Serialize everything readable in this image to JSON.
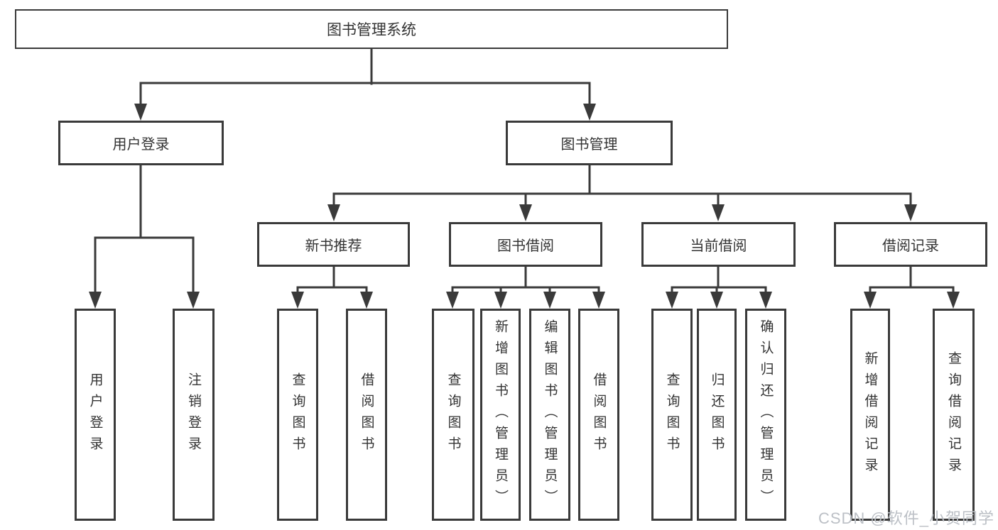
{
  "colors": {
    "line": "#3a3a3a",
    "border": "#3a3a3a",
    "text": "#333333",
    "watermark": "#bcc0c6",
    "background": "#ffffff"
  },
  "watermark": "CSDN @软件_小贺同学",
  "tree": {
    "root": "图书管理系统",
    "branches": [
      {
        "label": "用户登录",
        "children": [
          "用户登录",
          "注销登录"
        ]
      },
      {
        "label": "图书管理",
        "groups": [
          {
            "label": "新书推荐",
            "children": [
              "查询图书",
              "借阅图书"
            ]
          },
          {
            "label": "图书借阅",
            "children": [
              "查询图书",
              "新增图书（管理员）",
              "编辑图书（管理员）",
              "借阅图书"
            ]
          },
          {
            "label": "当前借阅",
            "children": [
              "查询图书",
              "归还图书",
              "确认归还（管理员）"
            ]
          },
          {
            "label": "借阅记录",
            "children": [
              "新增借阅记录",
              "查询借阅记录"
            ]
          }
        ]
      }
    ]
  }
}
